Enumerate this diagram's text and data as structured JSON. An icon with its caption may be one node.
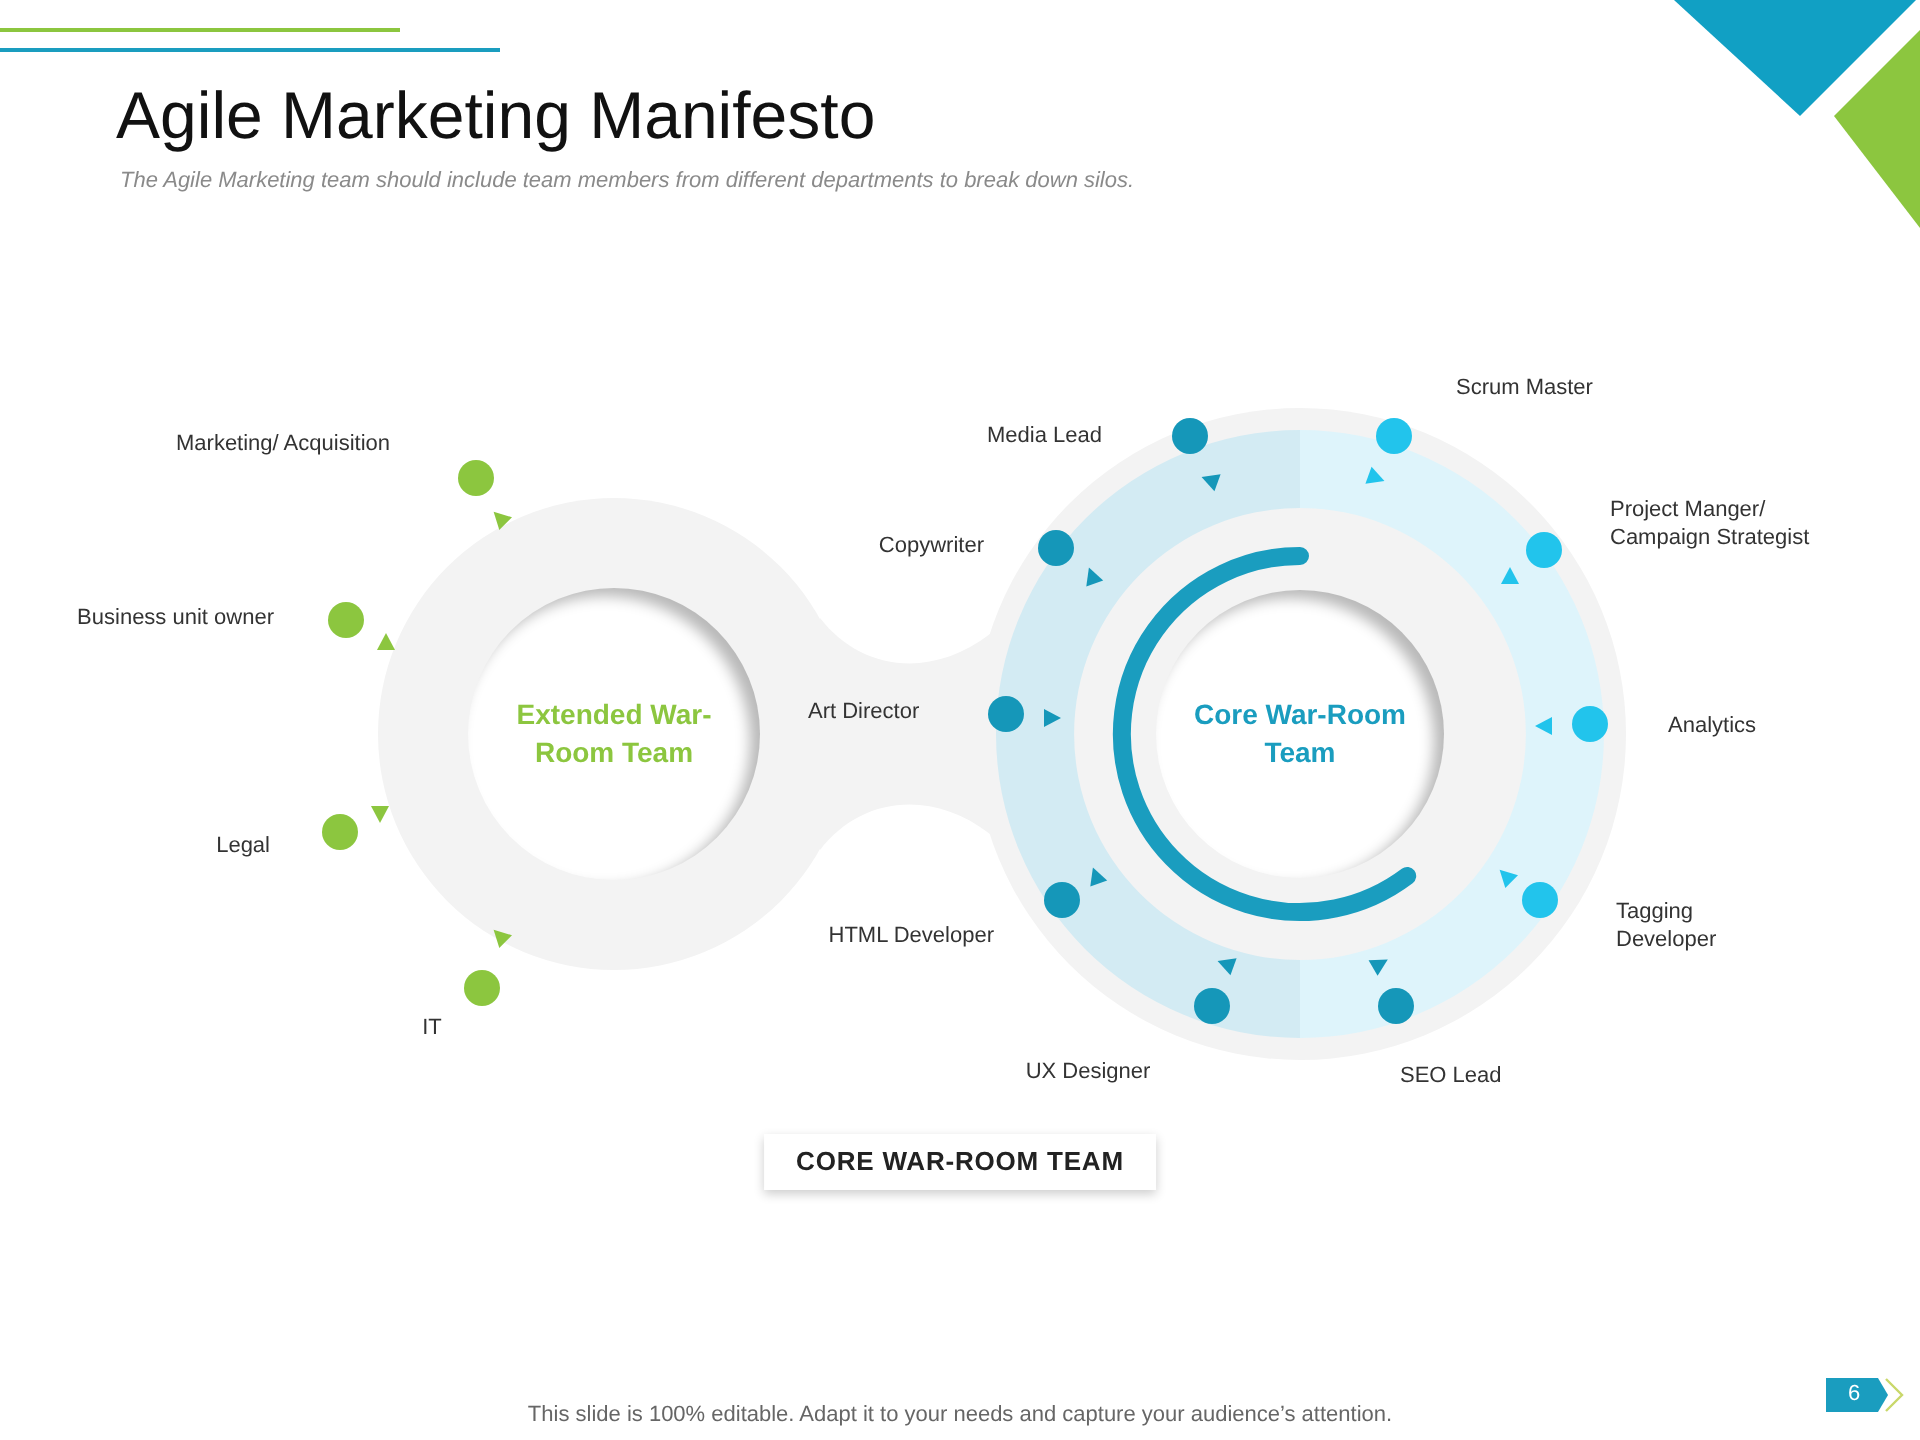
{
  "diagram": {
    "title": "Agile Marketing Manifesto",
    "nodes": [
      {
        "text": [
          "Extended War-Room Team"
        ]
      },
      {
        "text": [],
        "shape": "circle",
        "beside": [
          "Marketing/ Acquisition"
        ]
      },
      {
        "text": [],
        "shape": "circle",
        "beside": [
          "Business unit owner"
        ]
      },
      {
        "text": [],
        "shape": "circle",
        "beside": [
          "Legal"
        ]
      },
      {
        "text": [],
        "shape": "circle",
        "beside": [
          "IT"
        ]
      },
      {
        "text": [
          "Core War-Room Team"
        ]
      },
      {
        "text": [],
        "shape": "circle",
        "beside": [
          "Media Lead"
        ]
      },
      {
        "text": [],
        "shape": "circle",
        "beside": [
          "Scrum Master"
        ]
      },
      {
        "text": [],
        "shape": "circle",
        "beside": [
          "Project Manger/ Campaign Strategist"
        ]
      },
      {
        "text": [],
        "shape": "circle",
        "beside": [
          "Analytics"
        ]
      },
      {
        "text": [],
        "shape": "circle",
        "beside": [
          "Tagging Developer"
        ]
      },
      {
        "text": [],
        "shape": "circle",
        "beside": [
          "SEO Lead"
        ]
      },
      {
        "text": [],
        "shape": "circle",
        "beside": [
          "UX Designer"
        ]
      },
      {
        "text": [],
        "shape": "circle",
        "beside": [
          "HTML Developer"
        ]
      },
      {
        "text": [],
        "shape": "circle",
        "beside": [
          "Art Director"
        ]
      },
      {
        "text": [],
        "shape": "circle",
        "beside": [
          "Copywriter"
        ]
      },
      {
        "text": [
          "CORE WAR-ROOM TEAM"
        ]
      },
      {
        "text": [
          "6"
        ]
      }
    ],
    "labels": [
      "The Agile Marketing team should include team members from different departments to break down silos.",
      "This slide is 100% editable. Adapt it to your needs and capture your audience’s attention."
    ]
  }
}
